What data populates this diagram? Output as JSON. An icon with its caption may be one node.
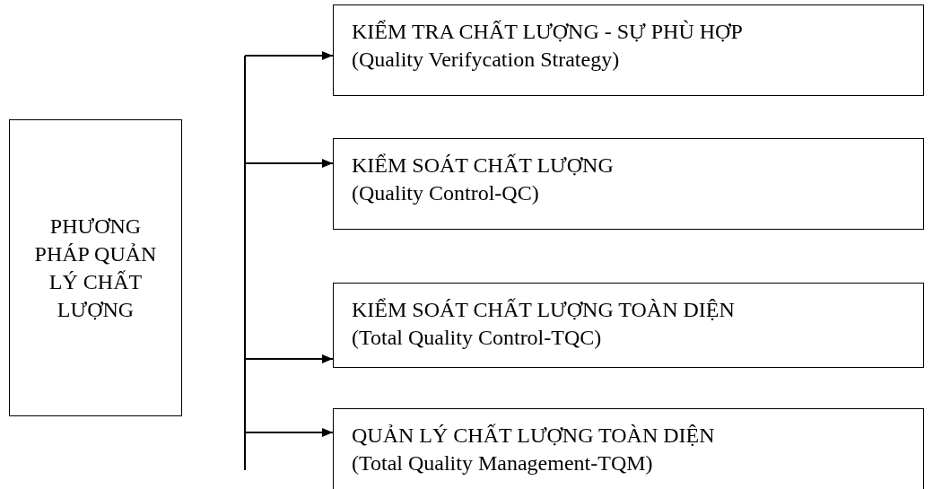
{
  "diagram": {
    "nodes": [
      {
        "text": [
          "PHƯƠNG PHÁP QUẢN LÝ CHẤT LƯỢNG"
        ]
      },
      {
        "text": [
          "KIỂM TRA CHẤT LƯỢNG - SỰ PHÙ HỢP",
          "(Quality Verifycation Strategy)"
        ]
      },
      {
        "text": [
          "KIỂM SOÁT CHẤT LƯỢNG",
          "(Quality Control-QC)"
        ]
      },
      {
        "text": [
          "KIỂM SOÁT CHẤT LƯỢNG TOÀN DIỆN",
          "(Total Quality Control-TQC)"
        ]
      },
      {
        "text": [
          "QUẢN LÝ CHẤT LƯỢNG TOÀN DIỆN",
          "(Total Quality Management-TQM)"
        ]
      }
    ],
    "edges": [
      {
        "from": null,
        "to": 1,
        "arrow": "to"
      },
      {
        "from": null,
        "to": 2,
        "arrow": "to"
      },
      {
        "from": null,
        "to": 3,
        "arrow": "to"
      },
      {
        "from": null,
        "to": 4,
        "arrow": "to"
      }
    ]
  }
}
